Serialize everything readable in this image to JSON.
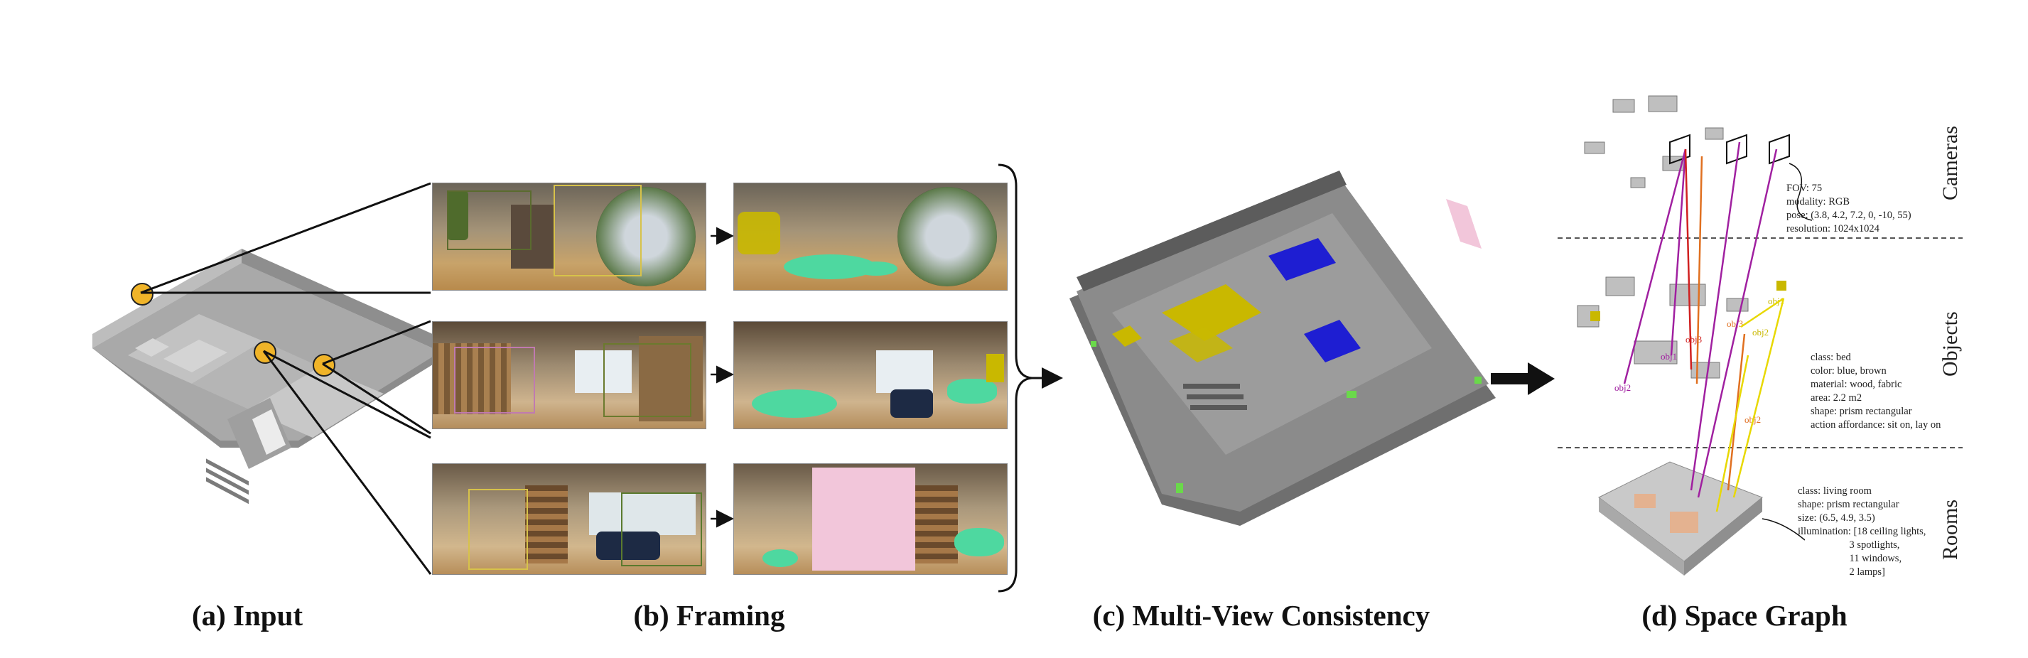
{
  "captions": {
    "input": "(a) Input",
    "framing": "(b) Framing",
    "consistency": "(c) Multi-View Consistency",
    "space_graph": "(d) Space Graph"
  },
  "sections": {
    "cameras": "Cameras",
    "objects": "Objects",
    "rooms": "Rooms"
  },
  "camera_info": "FOV: 75\nmodality: RGB\npose: (3.8, 4.2, 7.2, 0, -10, 55)\nresolution: 1024x1024",
  "object_info": "class: bed\ncolor: blue, brown\nmaterial: wood, fabric\narea: 2.2 m2\nshape: prism rectangular\naction affordance: sit on, lay on",
  "room_info": "class: living room\nshape: prism rectangular\nsize: (6.5, 4.9, 3.5)\nillumination: [18 ceiling lights,\n                    3 spotlights,\n                    11 windows,\n                    2 lamps]",
  "object_tags": [
    "obj1",
    "obj2",
    "obj3",
    "obj1",
    "obj2",
    "obj3",
    "obj2"
  ],
  "colors": {
    "marker": "#F0B429",
    "yellow_seg": "#C9B800",
    "blue_seg": "#1E1ED2",
    "green_seg": "#4ED8A0",
    "pink_seg": "#F2C6DA",
    "purple_line": "#A020A0",
    "orange_line": "#E07020",
    "yellow_line": "#E8D800",
    "red_line": "#D02020",
    "model_gray": "#9a9a9a"
  }
}
